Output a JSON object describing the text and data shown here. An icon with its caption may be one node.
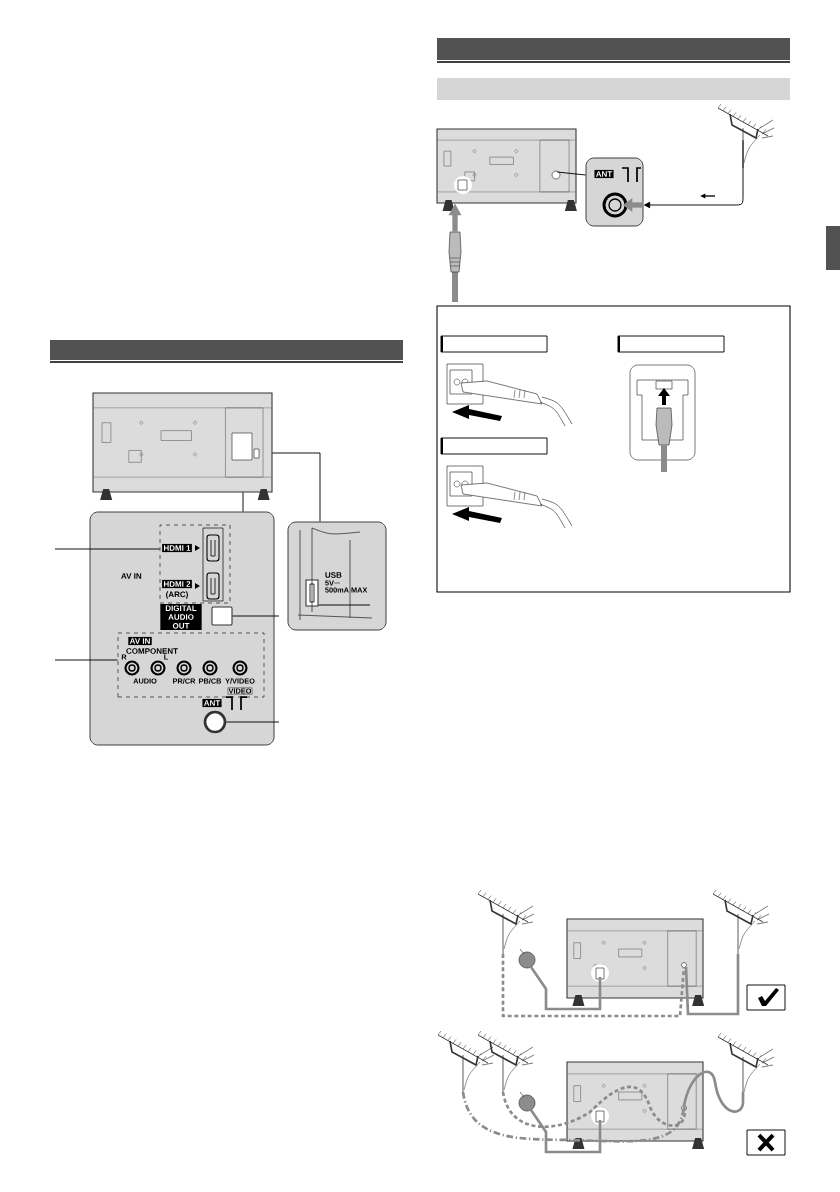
{
  "diagram": {
    "nodes": [
      {
        "text": [],
        "shape": "picture"
      },
      {
        "text": [],
        "shape": "box"
      },
      {
        "text": [
          "HDMI 1",
          "HDMI 2",
          "(ARC)"
        ],
        "in": 1
      },
      {
        "text": [
          "AV IN",
          "COMPONENT",
          "R",
          "L",
          "AUDIO",
          "PR/CR",
          "PB/CB",
          "Y/VIDEO",
          "VIDEO"
        ],
        "in": 1
      },
      {
        "text": [
          "DIGITAL AUDIO OUT"
        ],
        "in": 1
      },
      {
        "text": [],
        "shape": "box",
        "in": 1
      },
      {
        "text": [
          "ANT"
        ],
        "in": 1
      },
      {
        "text": [],
        "shape": "circle",
        "in": 1
      },
      {
        "text": [],
        "shape": "box"
      },
      {
        "text": [],
        "shape": "box",
        "in": 8
      },
      {
        "text": [],
        "shape": "picture"
      },
      {
        "text": [
          "ANT"
        ]
      },
      {
        "text": [],
        "shape": "picture"
      },
      {
        "text": [],
        "shape": "picture"
      },
      {
        "text": [],
        "shape": "bar"
      },
      {
        "text": [],
        "shape": "bar"
      },
      {
        "text": [],
        "shape": "bar"
      }
    ],
    "edges": [
      {
        "from": 0,
        "to": 1,
        "arrow": "none"
      },
      {
        "from": 0,
        "to": 8,
        "arrow": "none"
      },
      {
        "from": null,
        "to": 2,
        "arrow": "none"
      },
      {
        "from": null,
        "to": 3,
        "arrow": "none"
      },
      {
        "from": null,
        "to": 5,
        "arrow": "none"
      },
      {
        "from": null,
        "to": 9,
        "arrow": "none"
      },
      {
        "from": null,
        "to": 7,
        "arrow": "none"
      },
      {
        "from": 10,
        "to": 11,
        "arrow": "none"
      },
      {
        "from": 12,
        "to": 11,
        "arrow": "to"
      },
      {
        "from": 13,
        "to": 10,
        "arrow": "to",
        "style": "thick",
        "color": "#8c8c8c"
      }
    ],
    "labels": [
      "AV IN",
      "USB",
      "5V",
      "500mA MAX"
    ]
  }
}
